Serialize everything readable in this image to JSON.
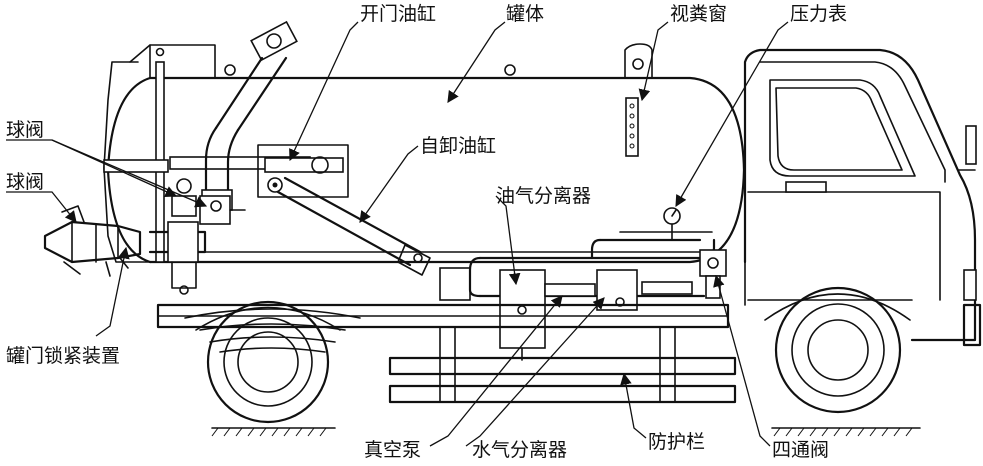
{
  "labels": {
    "door_cylinder": "开门油缸",
    "tank_body": "罐体",
    "sight_glass": "视粪窗",
    "pressure_gauge": "压力表",
    "ball_valve_upper": "球阀",
    "ball_valve_lower": "球阀",
    "dump_cylinder": "自卸油缸",
    "oil_gas_separator": "油气分离器",
    "door_lock": "罐门锁紧装置",
    "vacuum_pump": "真空泵",
    "water_gas_separator": "水气分离器",
    "guard_rail": "防护栏",
    "four_way_valve": "四通阀"
  }
}
